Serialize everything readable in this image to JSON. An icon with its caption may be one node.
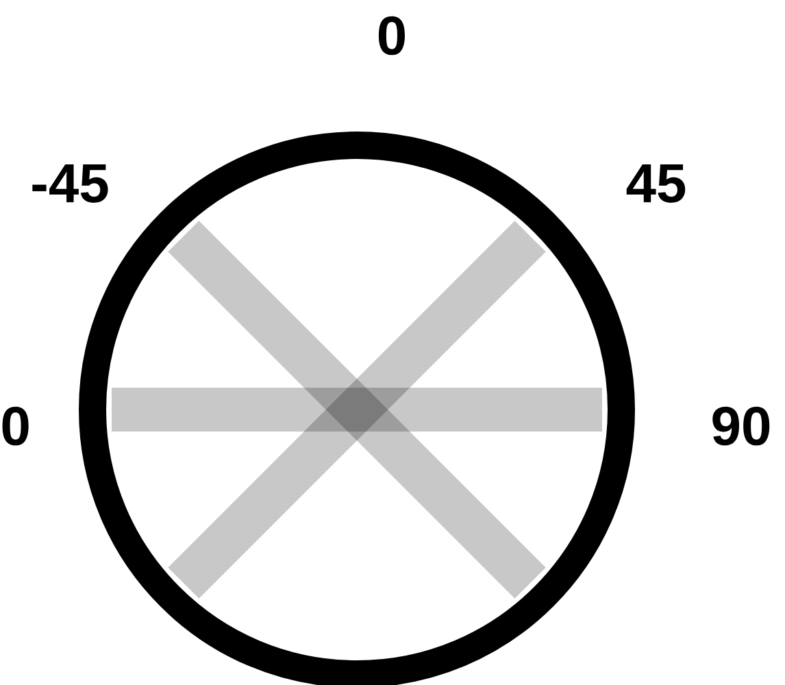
{
  "diagram": {
    "labels": [
      "0",
      "-45",
      "45",
      "0",
      "90"
    ]
  }
}
